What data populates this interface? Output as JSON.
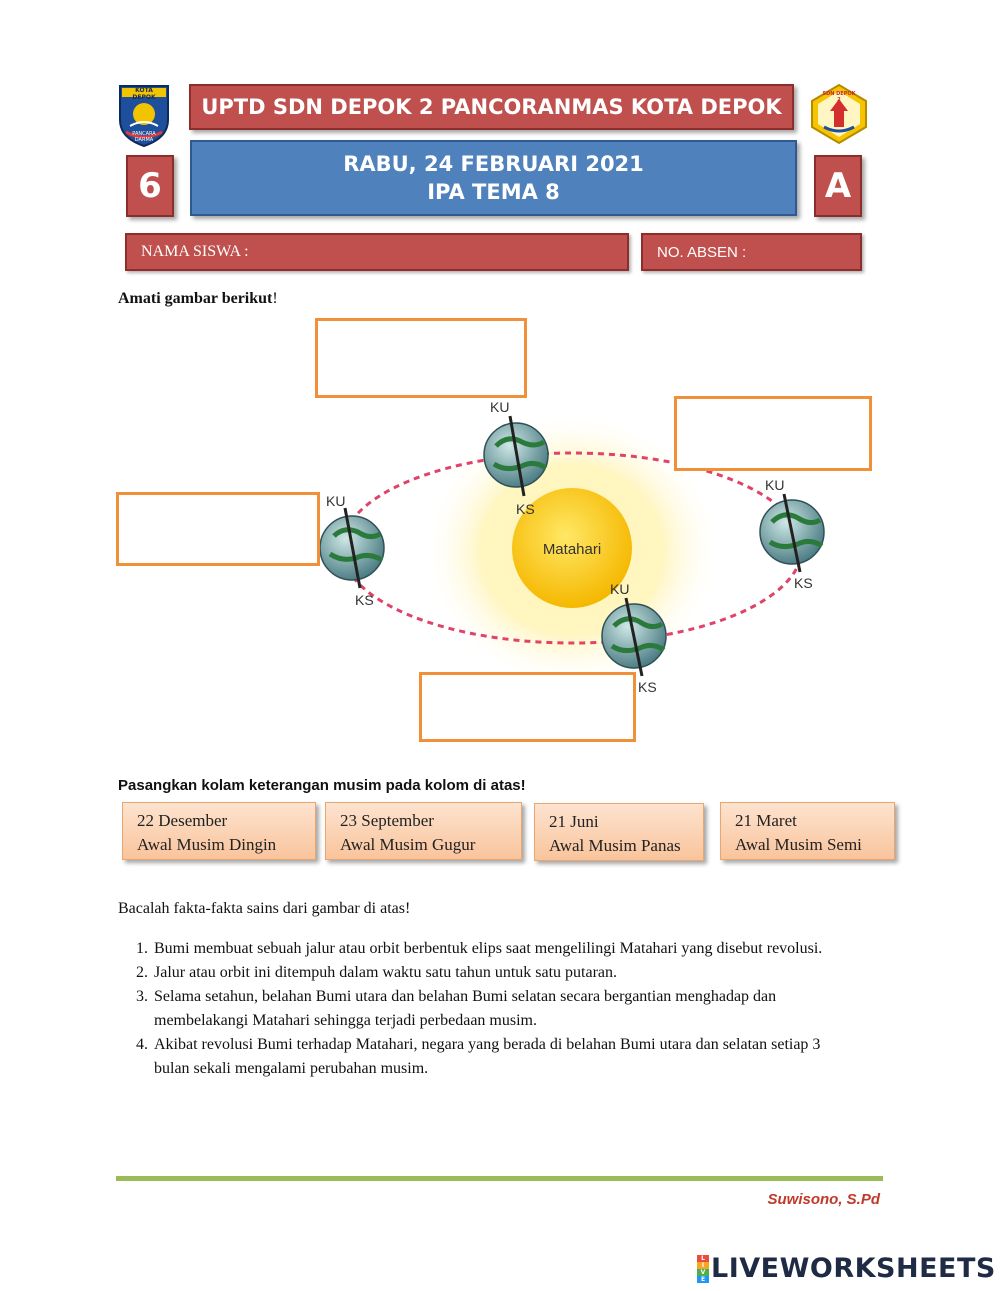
{
  "header": {
    "school": "UPTD SDN DEPOK 2 PANCORANMAS KOTA DEPOK",
    "date": "RABU, 24 FEBRUARI 2021",
    "subject": "IPA TEMA 8",
    "grade": "6",
    "class": "A",
    "left_logo_text": "KOTA DEPOK",
    "left_logo_motto": "PANCARA DARMA",
    "right_logo_text": "SDN DEPOK 2"
  },
  "fields": {
    "student_name": "NAMA SISWA :",
    "absent_no": "NO. ABSEN :"
  },
  "instruction1": "Amati gambar berikut",
  "instruction1_mark": "!",
  "diagram": {
    "sun_label": "Matahari",
    "north": "KU",
    "south": "KS"
  },
  "instruction2": "Pasangkan kolam keterangan musim pada kolom di atas!",
  "seasons": [
    {
      "date": "22 Desember",
      "season": "Awal Musim Dingin"
    },
    {
      "date": "23 September",
      "season": "Awal Musim Gugur"
    },
    {
      "date": "21 Juni",
      "season": "Awal Musim Panas"
    },
    {
      "date": "21 Maret",
      "season": "Awal Musim Semi"
    }
  ],
  "facts_intro": "Bacalah fakta-fakta sains dari gambar di atas!",
  "facts": [
    "Bumi membuat sebuah jalur atau orbit berbentuk elips saat mengelilingi Matahari yang disebut revolusi.",
    "Jalur atau orbit ini ditempuh dalam waktu satu tahun untuk satu putaran.",
    "Selama setahun, belahan Bumi utara dan belahan Bumi selatan secara bergantian menghadap dan membelakangi Matahari sehingga terjadi perbedaan musim.",
    "Akibat revolusi Bumi terhadap Matahari, negara yang berada di belahan Bumi utara dan selatan setiap 3 bulan sekali mengalami perubahan musim."
  ],
  "author": "Suwisono, S.Pd",
  "brand": {
    "letters": [
      "L",
      "I",
      "V",
      "E"
    ],
    "name": "LIVEWORKSHEETS",
    "colors": [
      "#e94e3c",
      "#f5a623",
      "#4caf50",
      "#2196f3"
    ]
  },
  "colors": {
    "header_red": "#c0504d",
    "header_blue": "#4f81bd",
    "answer_border": "#f0913a",
    "footer_line": "#9bbb59",
    "author": "#c0392b"
  }
}
